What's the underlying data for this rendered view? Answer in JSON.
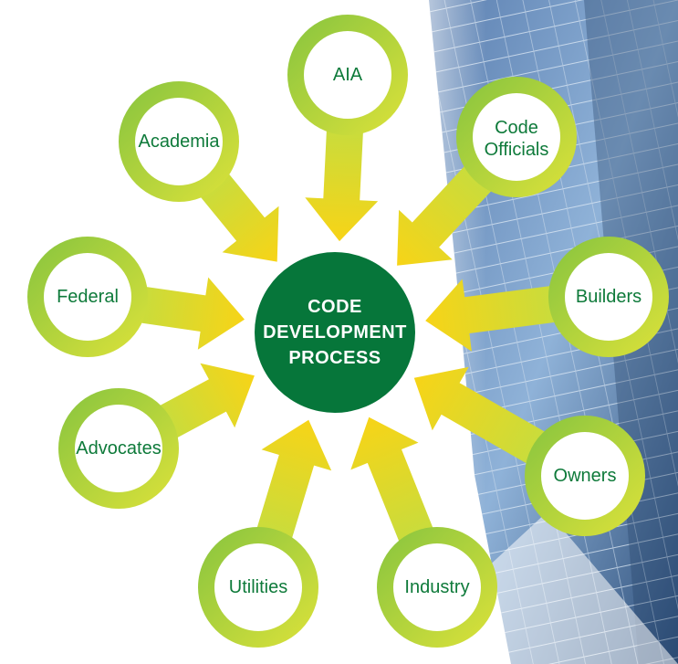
{
  "diagram": {
    "center": {
      "label": "CODE\nDEVELOPMENT\nPROCESS"
    },
    "nodes": [
      {
        "id": "aia",
        "label": "AIA"
      },
      {
        "id": "code-officials",
        "label": "Code\nOfficials"
      },
      {
        "id": "builders",
        "label": "Builders"
      },
      {
        "id": "owners",
        "label": "Owners"
      },
      {
        "id": "industry",
        "label": "Industry"
      },
      {
        "id": "utilities",
        "label": "Utilities"
      },
      {
        "id": "advocates",
        "label": "Advocates"
      },
      {
        "id": "federal",
        "label": "Federal"
      },
      {
        "id": "academia",
        "label": "Academia"
      }
    ]
  },
  "colors": {
    "ring_start": "#8cc63f",
    "ring_end": "#d7e03a",
    "arrow_start": "#c9dc3c",
    "arrow_end": "#f7d417",
    "center_fill": "#06763a",
    "text_green": "#0e7a3a"
  }
}
